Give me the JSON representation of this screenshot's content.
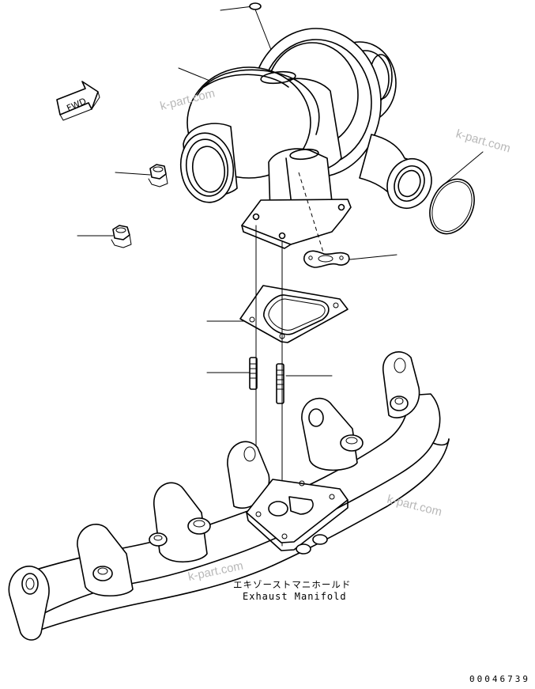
{
  "direction_marker": {
    "text": "FWD"
  },
  "part": {
    "name_jp": "エキゾーストマニホールド",
    "name_en": "Exhaust Manifold"
  },
  "drawing_code": "00046739",
  "watermarks": [
    "k-part.com",
    "k-part.com",
    "k-part.com",
    "k-part.com"
  ]
}
